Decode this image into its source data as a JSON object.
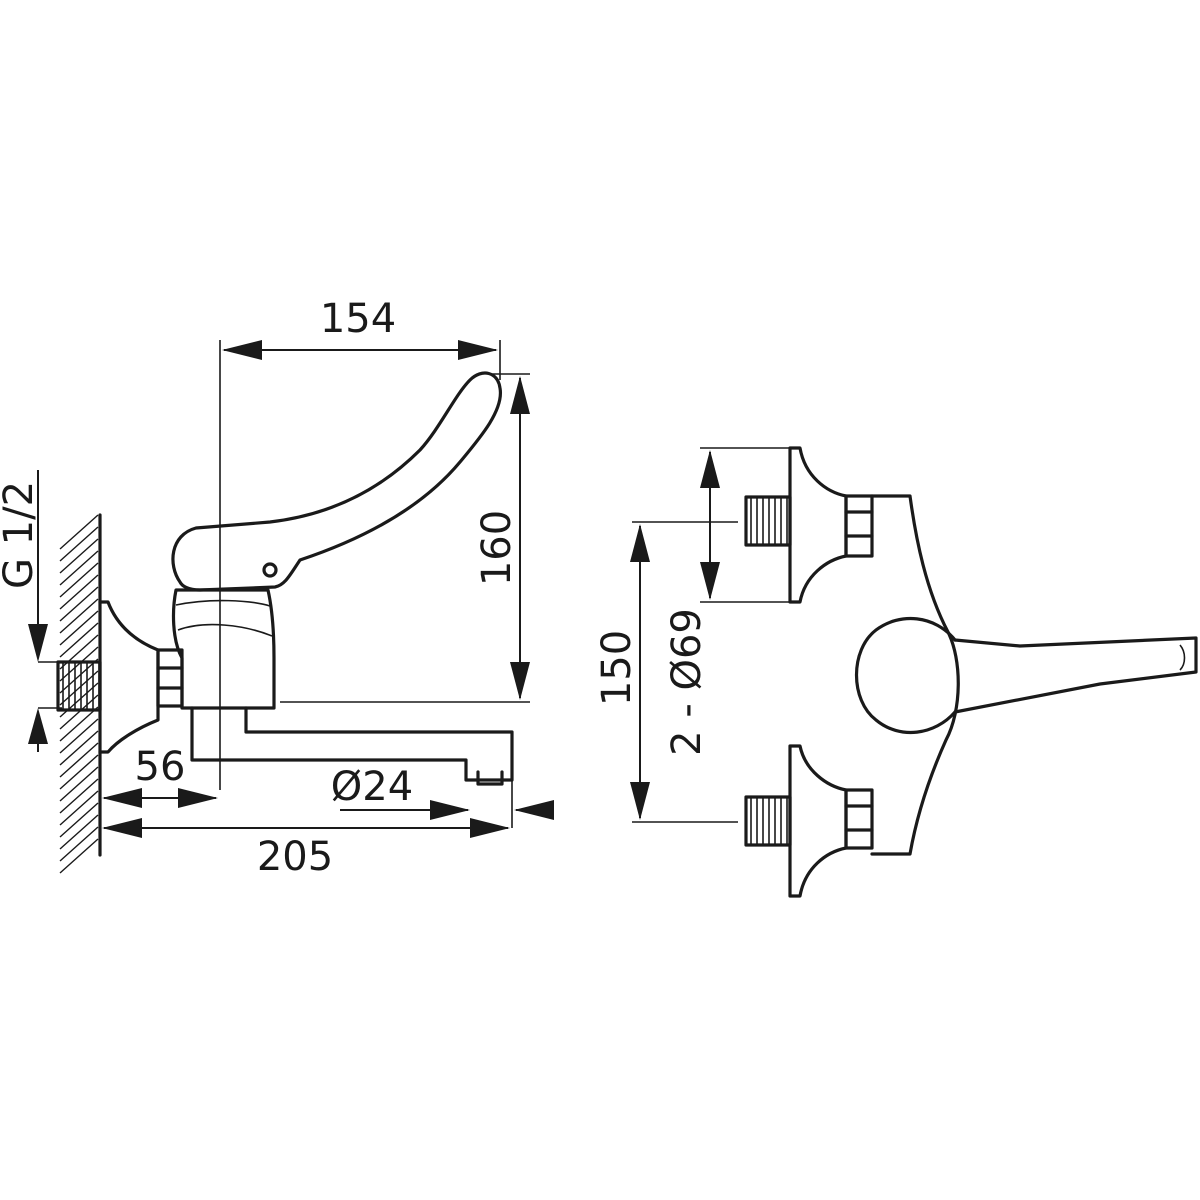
{
  "drawing": {
    "dimensions": {
      "lever_reach": "154",
      "height": "160",
      "wall_offset": "56",
      "spout_diameter": "Ø24",
      "total_projection": "205",
      "thread": "G 1/2",
      "inlet_spacing": "150",
      "escutcheons": "2 - Ø69"
    }
  },
  "colors": {
    "line": "#1a1a1a",
    "background": "#ffffff"
  }
}
